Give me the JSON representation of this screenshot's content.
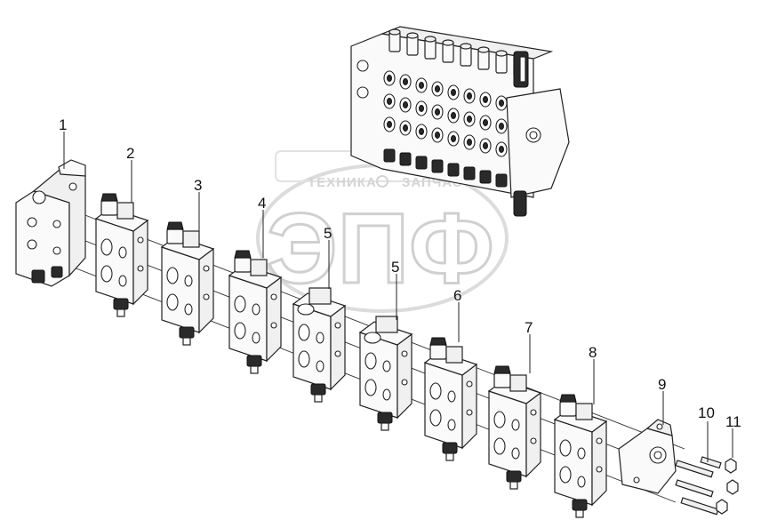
{
  "watermark": {
    "top_text": "ТЕХНИКА",
    "top_text_right": "ЗАПЧАСТИ",
    "logo_text": "ЭПФ"
  },
  "callouts": [
    "1",
    "2",
    "3",
    "4",
    "5",
    "5",
    "6",
    "7",
    "8",
    "9",
    "10",
    "11"
  ]
}
